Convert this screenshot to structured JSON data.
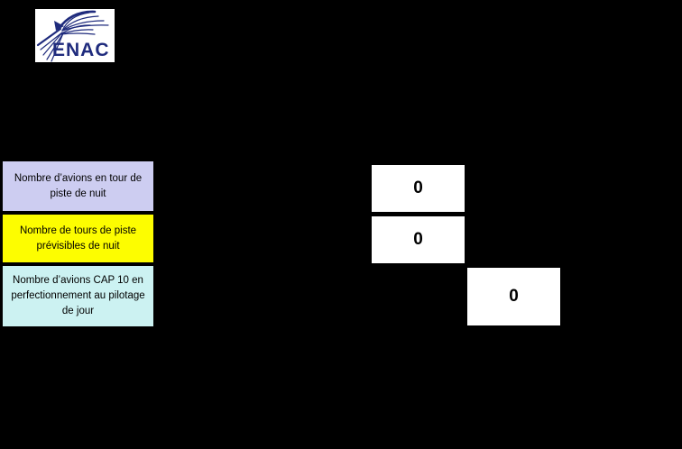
{
  "canvas": {
    "background": "#000000"
  },
  "logo": {
    "text": "ENAC",
    "color": "#1f2b7d",
    "background": "#ffffff"
  },
  "colors": {
    "label_night_circuit_bg": "#cdcdf1",
    "label_expected_circuits_bg": "#fdfd00",
    "label_cap10_bg": "#ccf2f2",
    "value_box_bg": "#ffffff",
    "border": "#000000",
    "page_background": "#000000"
  },
  "rows": [
    {
      "lines": [
        "Nombre d’avions en tour de",
        "piste de nuit"
      ],
      "value": "0"
    },
    {
      "lines": [
        "Nombre de tours de piste",
        "prévisibles de nuit"
      ],
      "value": "0"
    },
    {
      "lines": [
        "Nombre d’avions CAP 10 en",
        "perfectionnement au pilotage",
        "de jour"
      ],
      "value": "0"
    }
  ]
}
